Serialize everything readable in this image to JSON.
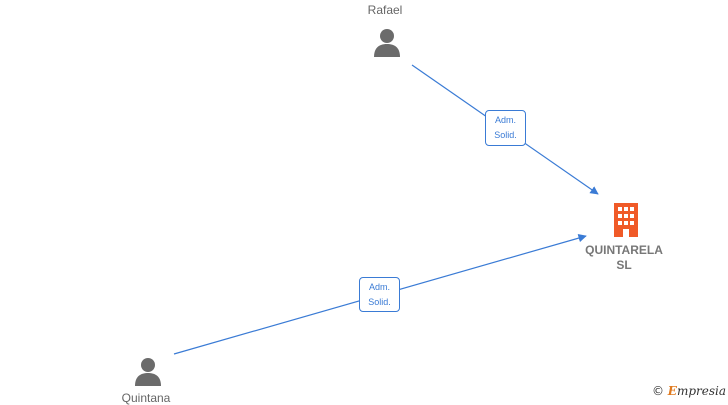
{
  "nodes": {
    "rafael": {
      "label": "Rafael"
    },
    "quintana": {
      "label": "Quintana"
    },
    "company": {
      "line1": "QUINTARELA",
      "line2": "SL"
    }
  },
  "edges": [
    {
      "from": "rafael",
      "to": "company",
      "label_line1": "Adm.",
      "label_line2": "Solid."
    },
    {
      "from": "quintana",
      "to": "company",
      "label_line1": "Adm.",
      "label_line2": "Solid."
    }
  ],
  "watermark": {
    "symbol": "©",
    "initial": "E",
    "rest": "mpresia"
  },
  "colors": {
    "edge": "#3a7bd5",
    "company_icon": "#f05a28",
    "person_icon": "#6b6b6b"
  }
}
